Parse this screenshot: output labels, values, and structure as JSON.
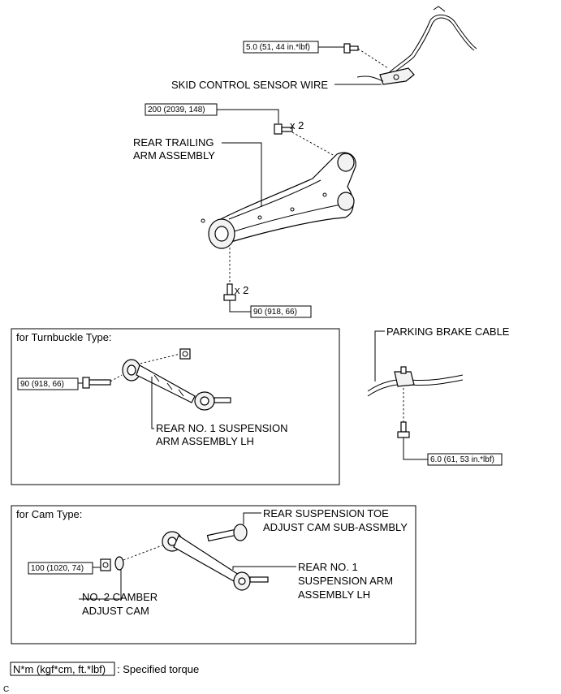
{
  "labels": {
    "skid_torque": "5.0 (51, 44 in.*lbf)",
    "skid_wire": "SKID CONTROL SENSOR WIRE",
    "upper_bolt_torque": "200 (2039, 148)",
    "upper_bolt_qty": "x 2",
    "trailing_arm_1": "REAR TRAILING",
    "trailing_arm_2": "ARM ASSEMBLY",
    "lower_bolt_qty": "x 2",
    "lower_bolt_torque": "90 (918, 66)",
    "parking_cable": "PARKING BRAKE CABLE",
    "parking_torque": "6.0 (61, 53 in.*lbf)",
    "turnbuckle_title": "for Turnbuckle Type:",
    "turnbuckle_torque": "90 (918, 66)",
    "turnbuckle_arm_1": "REAR NO. 1 SUSPENSION",
    "turnbuckle_arm_2": "ARM ASSEMBLY LH",
    "cam_title": "for Cam Type:",
    "toe_cam_1": "REAR SUSPENSION TOE",
    "toe_cam_2": "ADJUST CAM SUB-ASSMBLY",
    "cam_torque": "100 (1020, 74)",
    "camber_cam_1": "NO. 2 CAMBER",
    "camber_cam_2": "ADJUST CAM",
    "cam_arm_1": "REAR NO. 1",
    "cam_arm_2": "SUSPENSION ARM",
    "cam_arm_3": "ASSEMBLY LH",
    "legend_box": "N*m (kgf*cm, ft.*lbf)",
    "legend_text": ": Specified torque",
    "figure_code": "C"
  }
}
